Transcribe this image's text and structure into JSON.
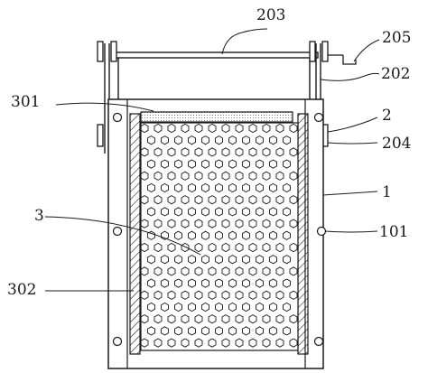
{
  "colors": {
    "line": "#1a1a1a",
    "background": "#ffffff",
    "panel": "#ffffff"
  },
  "callouts": {
    "c203": "203",
    "c205": "205",
    "c202": "202",
    "c301": "301",
    "c2": "2",
    "c204": "204",
    "c1": "1",
    "c3": "3",
    "c101": "101",
    "c302": "302"
  }
}
